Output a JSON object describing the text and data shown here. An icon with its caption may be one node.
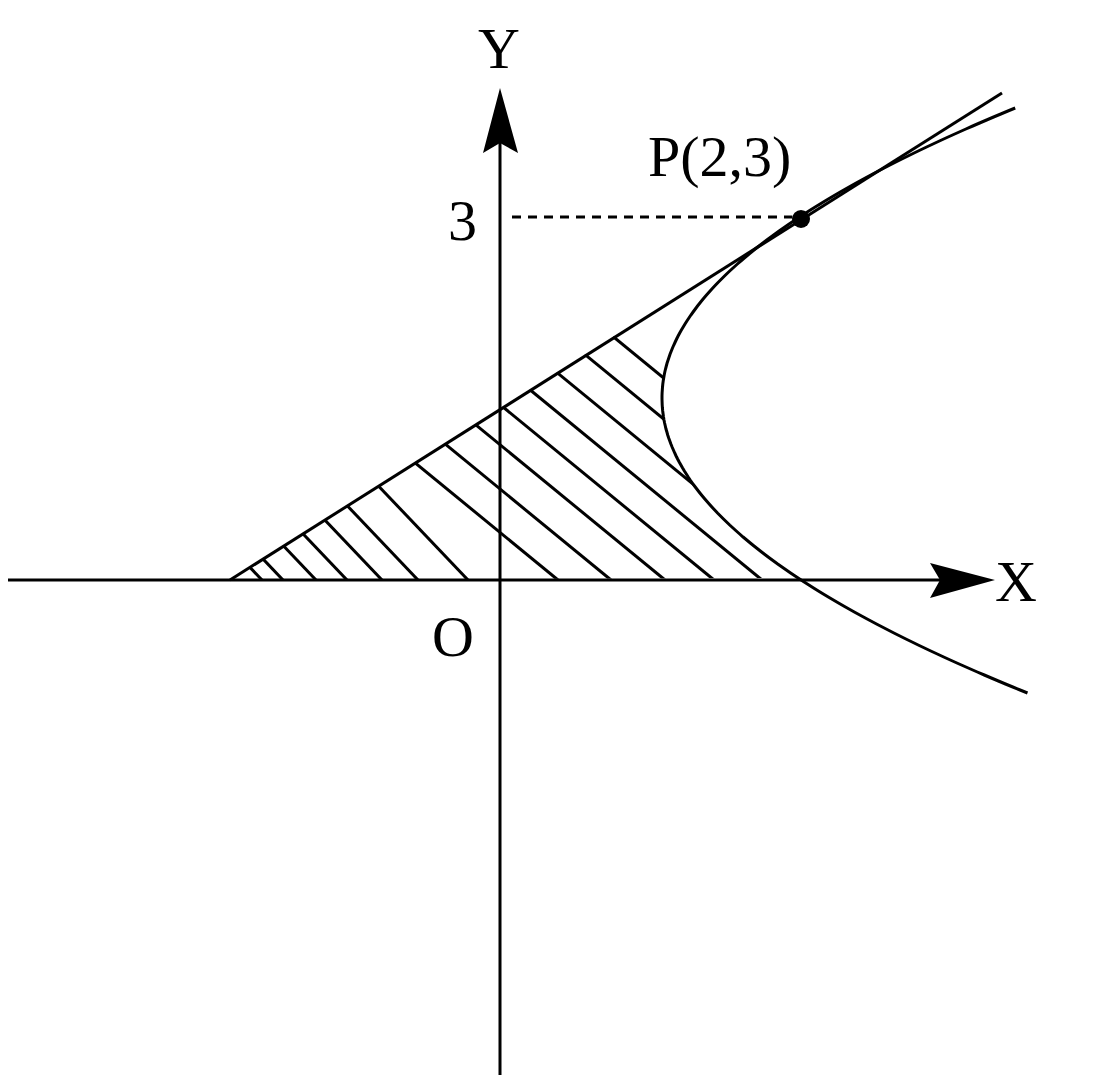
{
  "diagram": {
    "labels": [
      "Y",
      "P(2,3)",
      "3",
      "X",
      "O"
    ]
  }
}
